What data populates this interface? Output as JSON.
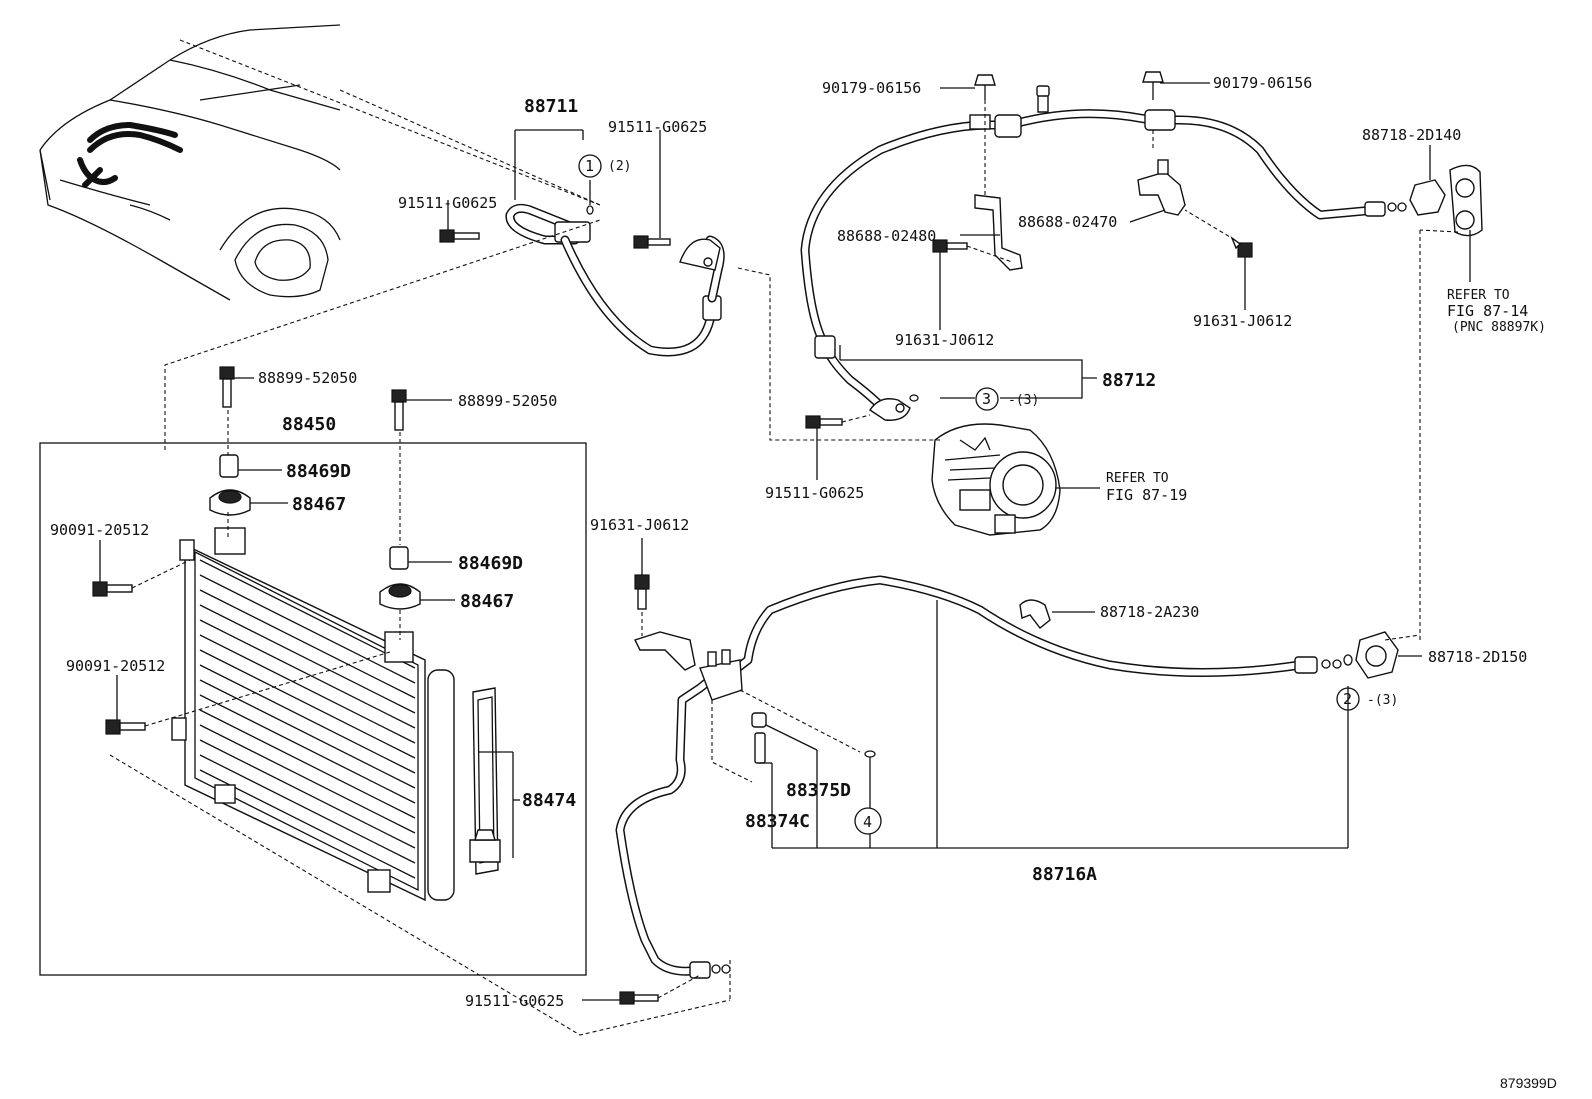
{
  "diagram_code": "879399D",
  "labels": {
    "p88711": "88711",
    "p91511_a": "91511-G0625",
    "p91511_b": "91511-G0625",
    "p91511_c": "91511-G0625",
    "p91511_d": "91511-G0625",
    "ref1": "1",
    "ref1_qty": "(2)",
    "p90179_a": "90179-06156",
    "p90179_b": "90179-06156",
    "p88718_2d140": "88718-2D140",
    "p88688_02480": "88688-02480",
    "p88688_02470": "88688-02470",
    "p91631_a": "91631-J0612",
    "p91631_b": "91631-J0612",
    "p91631_c": "91631-J0612",
    "refer_87_14_a": "REFER TO",
    "refer_87_14_b": "FIG 87-14",
    "refer_87_14_c": "(PNC 88897K)",
    "p88712": "88712",
    "ref3": "3",
    "ref3_qty": "-(3)",
    "refer_87_19_a": "REFER TO",
    "refer_87_19_b": "FIG 87-19",
    "p88899_a": "88899-52050",
    "p88899_b": "88899-52050",
    "p88450": "88450",
    "p88469d_a": "88469D",
    "p88469d_b": "88469D",
    "p88467_a": "88467",
    "p88467_b": "88467",
    "p90091_a": "90091-20512",
    "p90091_b": "90091-20512",
    "p88474": "88474",
    "p88718_2a230": "88718-2A230",
    "p88718_2d150": "88718-2D150",
    "ref2": "2",
    "ref2_qty": "-(3)",
    "p88375d": "88375D",
    "p88374c": "88374C",
    "ref4": "4",
    "p88716a": "88716A"
  }
}
